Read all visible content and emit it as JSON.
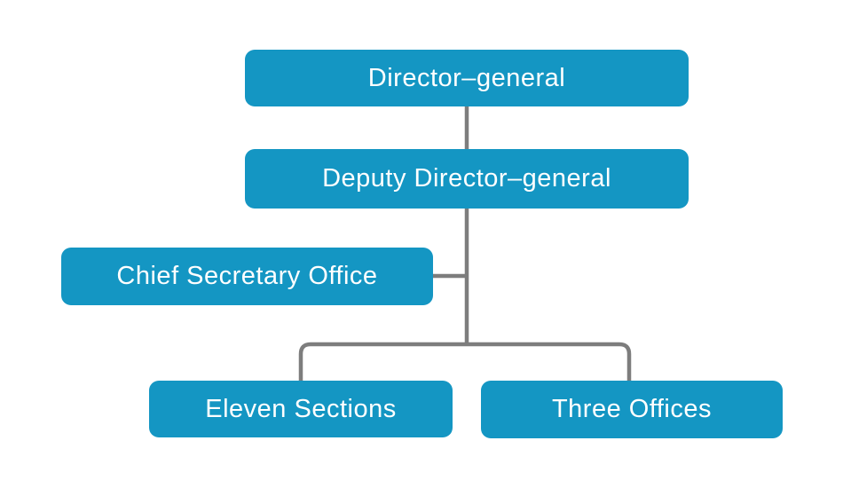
{
  "colors": {
    "node-fill": "#1496c3",
    "node-text": "#ffffff",
    "connector": "#7d7d7d",
    "background": "#ffffff"
  },
  "org_chart": {
    "nodes": [
      {
        "id": "director-general",
        "label": "Director–general"
      },
      {
        "id": "deputy-director-general",
        "label": "Deputy Director–general"
      },
      {
        "id": "chief-secretary-office",
        "label": "Chief Secretary Office"
      },
      {
        "id": "eleven-sections",
        "label": "Eleven Sections"
      },
      {
        "id": "three-offices",
        "label": "Three Offices"
      }
    ],
    "edges": [
      {
        "from": "director-general",
        "to": "deputy-director-general"
      },
      {
        "from": "deputy-director-general",
        "to": "chief-secretary-office"
      },
      {
        "from": "deputy-director-general",
        "to": "eleven-sections"
      },
      {
        "from": "deputy-director-general",
        "to": "three-offices"
      }
    ]
  }
}
